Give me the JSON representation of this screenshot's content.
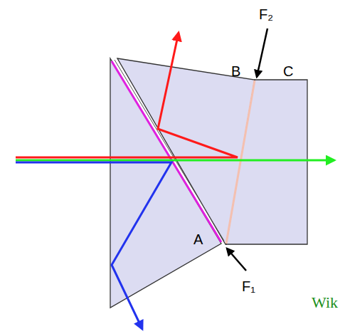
{
  "diagram": {
    "labels": [
      "F₂",
      "B",
      "C",
      "A",
      "F₁",
      "Wik"
    ]
  }
}
